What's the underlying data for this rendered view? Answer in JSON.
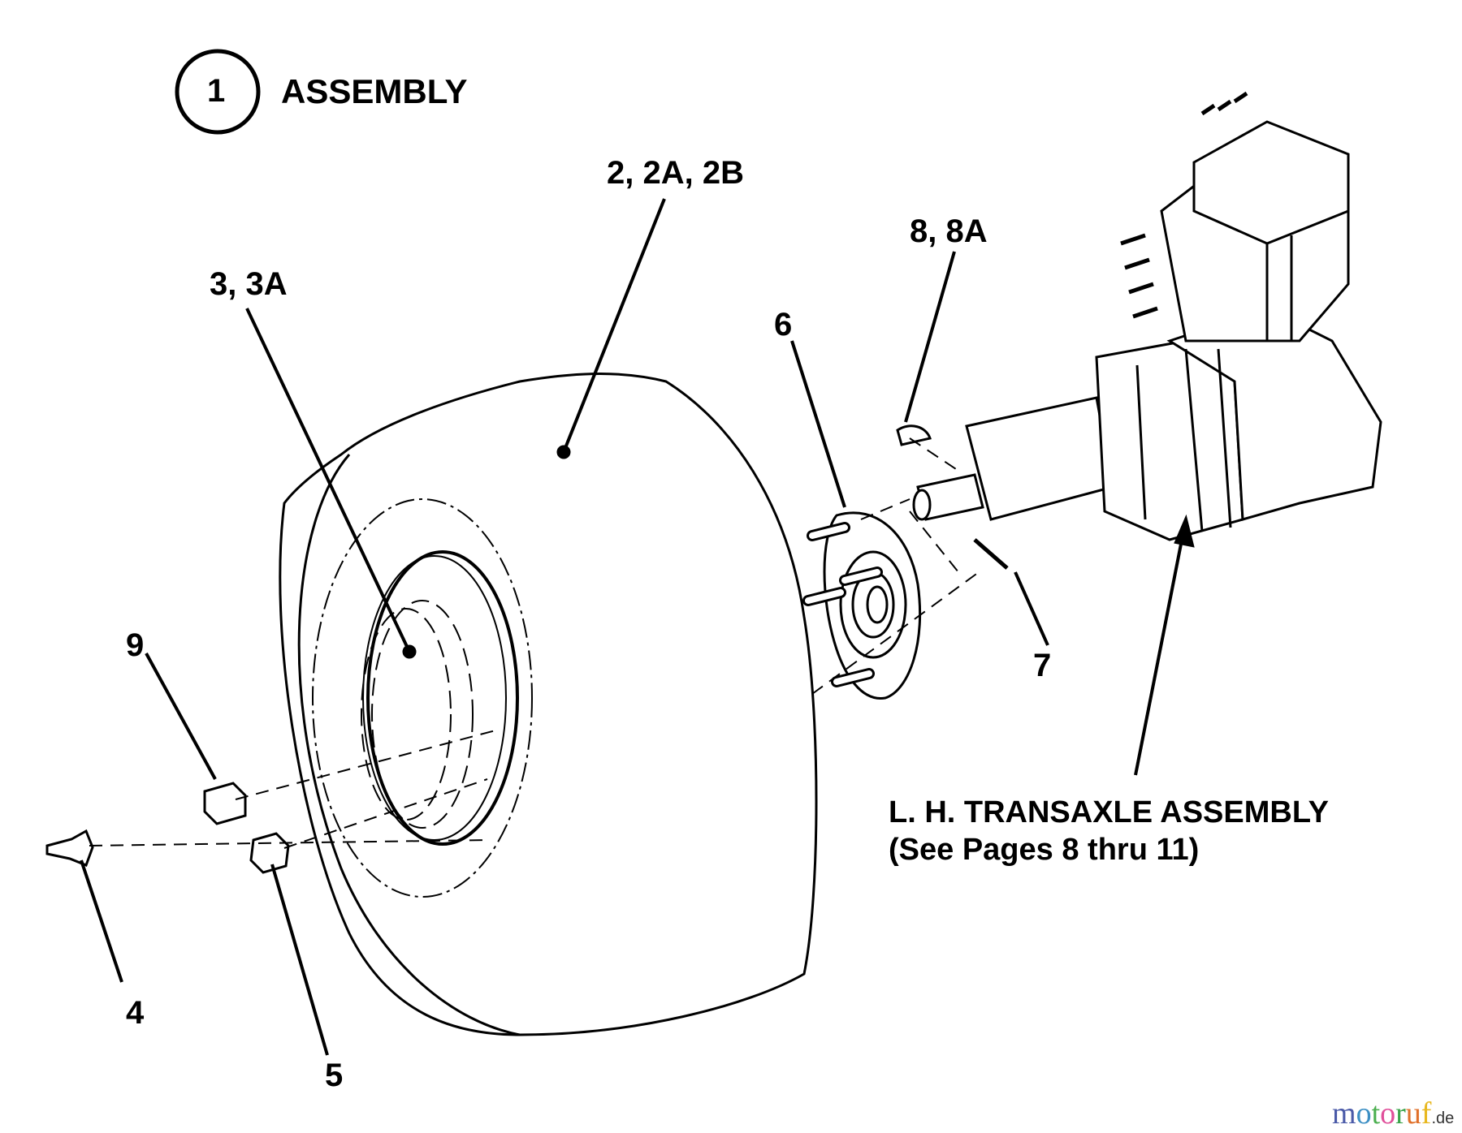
{
  "header": {
    "item_number": "1",
    "title": "ASSEMBLY"
  },
  "callouts": [
    {
      "id": "2",
      "label": "2, 2A, 2B",
      "part": "tire"
    },
    {
      "id": "3",
      "label": "3, 3A",
      "part": "rim"
    },
    {
      "id": "4",
      "label": "4",
      "part": "valve-stem"
    },
    {
      "id": "5",
      "label": "5",
      "part": "lug-nut"
    },
    {
      "id": "6",
      "label": "6",
      "part": "wheel-hub"
    },
    {
      "id": "7",
      "label": "7",
      "part": "cotter-pin"
    },
    {
      "id": "8",
      "label": "8, 8A",
      "part": "woodruff-key"
    },
    {
      "id": "9",
      "label": "9",
      "part": "castle-nut"
    }
  ],
  "transaxle_note": {
    "line1": "L. H. TRANSAXLE ASSEMBLY",
    "line2": "(See Pages 8 thru 11)"
  },
  "watermark": {
    "letters": [
      {
        "ch": "m",
        "color": "#4a5aa8"
      },
      {
        "ch": "o",
        "color": "#3c8fc4"
      },
      {
        "ch": "t",
        "color": "#4caf50"
      },
      {
        "ch": "o",
        "color": "#e04f9a"
      },
      {
        "ch": "r",
        "color": "#3aa34a"
      },
      {
        "ch": "u",
        "color": "#e0702a"
      },
      {
        "ch": "f",
        "color": "#e8b820"
      }
    ],
    "suffix": ".de"
  }
}
